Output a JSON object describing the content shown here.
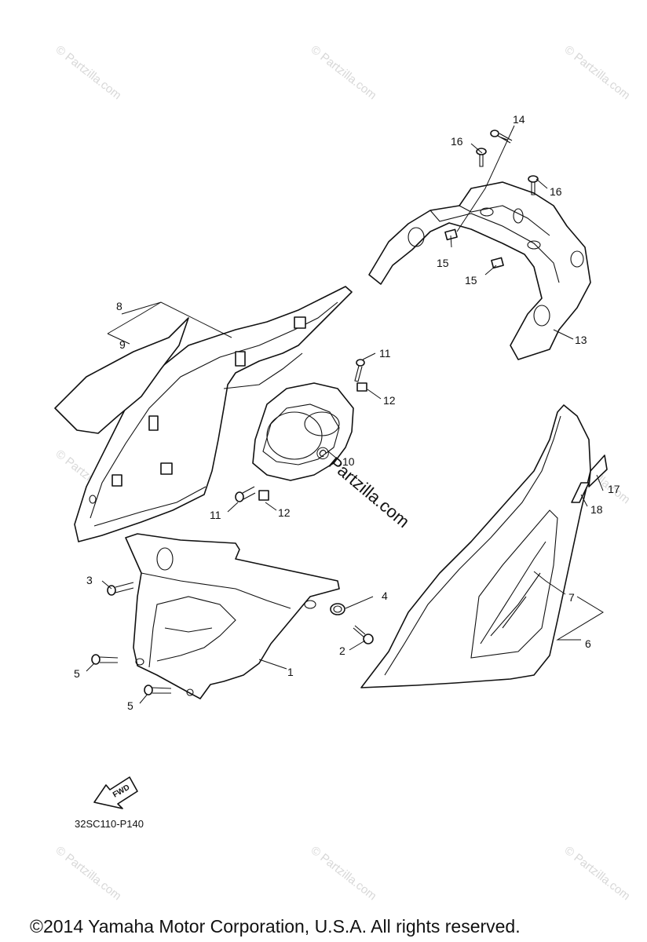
{
  "watermarks": {
    "text": "© Partzilla.com",
    "center_text": "© Partzilla.com"
  },
  "callouts": {
    "c1": "1",
    "c2": "2",
    "c3": "3",
    "c4": "4",
    "c5a": "5",
    "c5b": "5",
    "c6": "6",
    "c7": "7",
    "c8": "8",
    "c9": "9",
    "c10": "10",
    "c11a": "11",
    "c11b": "11",
    "c12a": "12",
    "c12b": "12",
    "c13": "13",
    "c14": "14",
    "c15a": "15",
    "c15b": "15",
    "c16a": "16",
    "c16b": "16",
    "c17": "17",
    "c18": "18"
  },
  "fwd_label": "FWD",
  "diagram_code": "32SC110-P140",
  "copyright": "©2014  Yamaha Motor Corporation, U.S.A. All rights reserved."
}
